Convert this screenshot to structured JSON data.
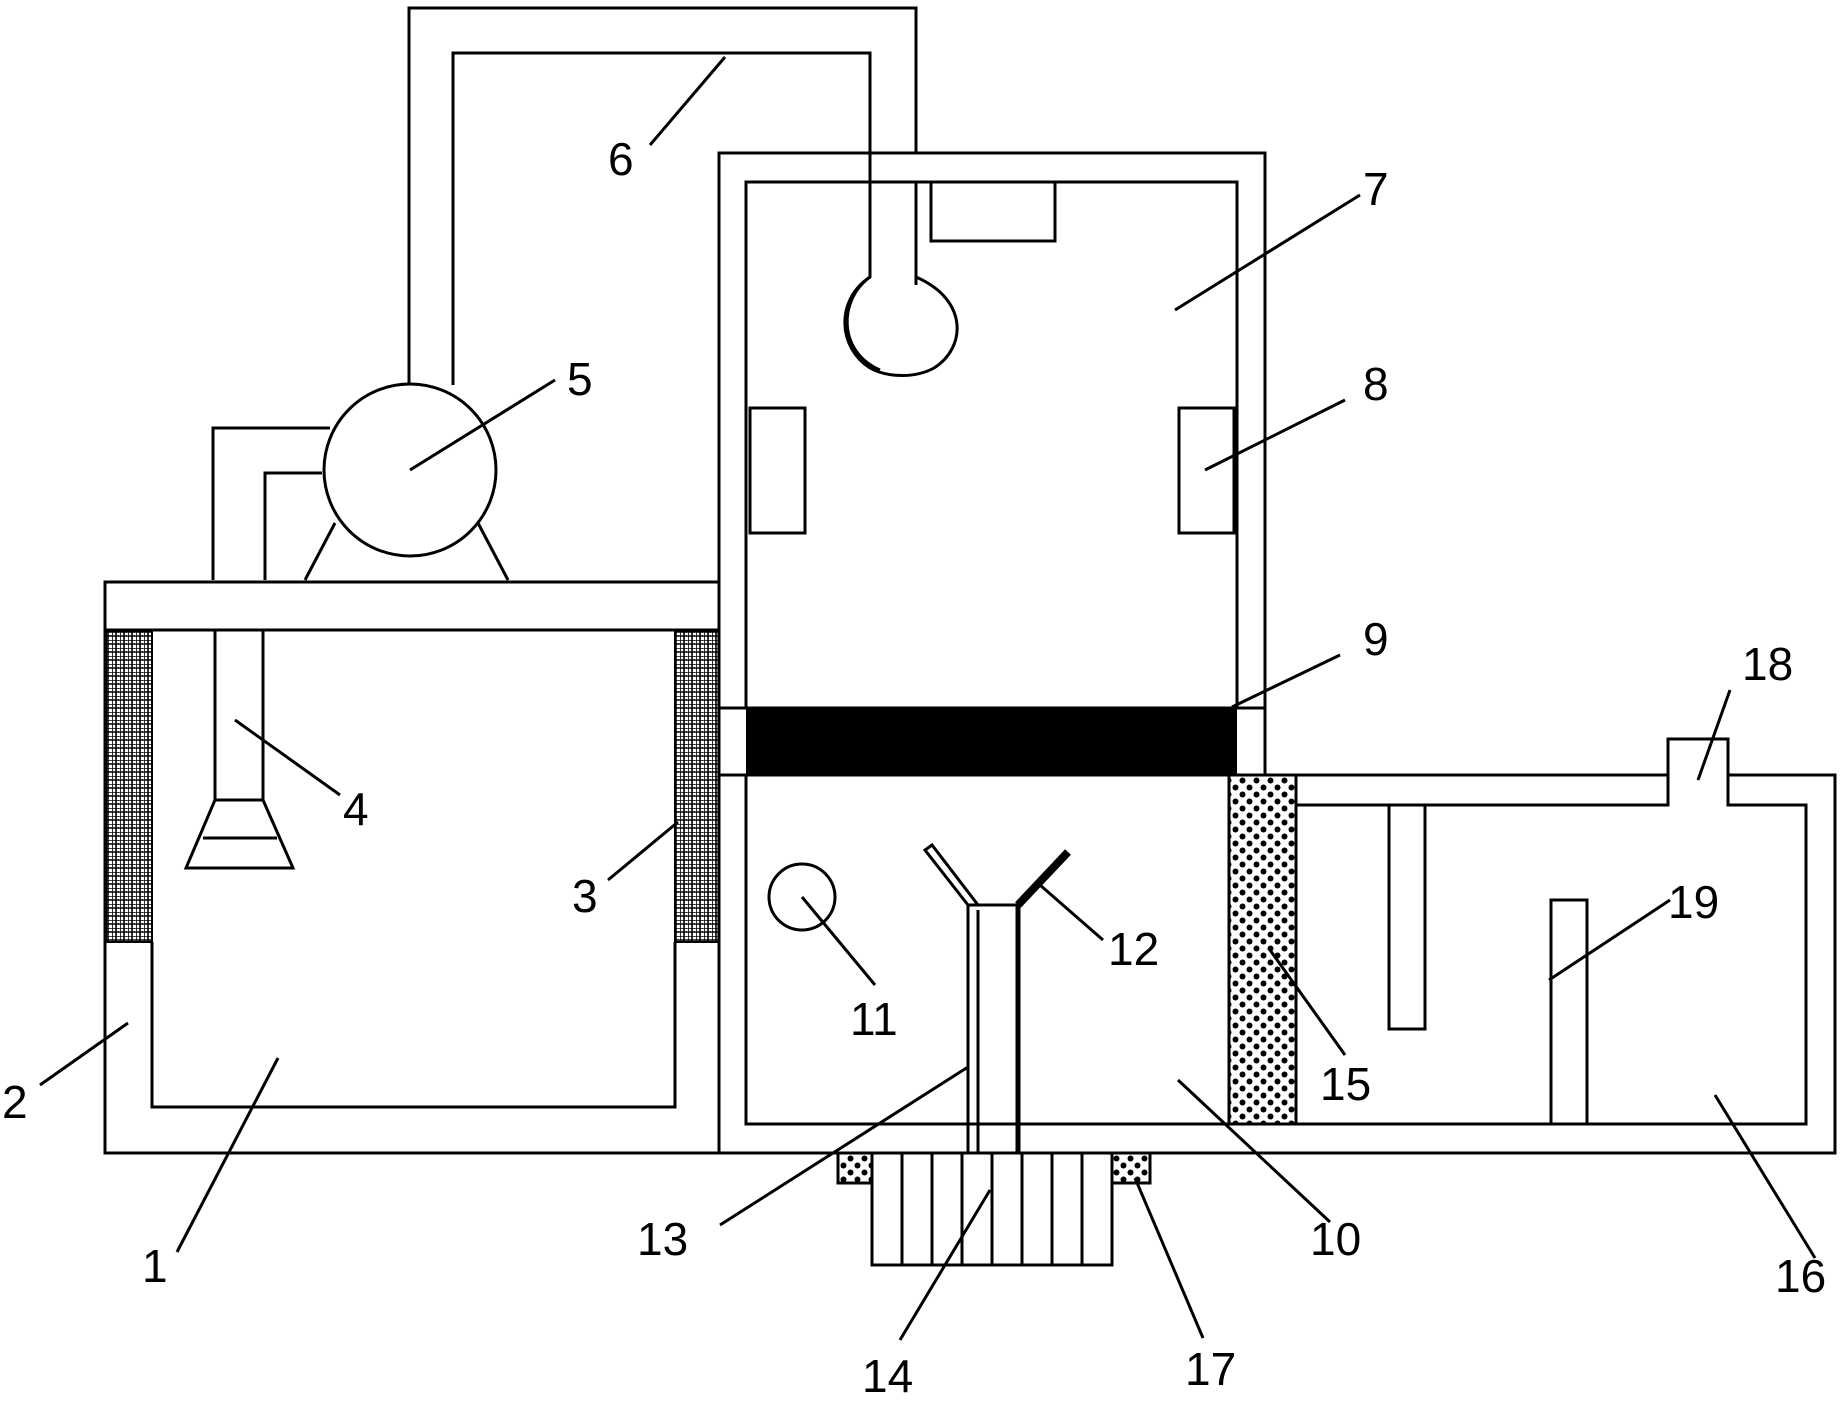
{
  "labels": {
    "n1": "1",
    "n2": "2",
    "n3": "3",
    "n4": "4",
    "n5": "5",
    "n6": "6",
    "n7": "7",
    "n8": "8",
    "n9": "9",
    "n10": "10",
    "n11": "11",
    "n12": "12",
    "n13": "13",
    "n14": "14",
    "n15": "15",
    "n16": "16",
    "n17": "17",
    "n18": "18",
    "n19": "19"
  },
  "colors": {
    "line": "#000000",
    "background": "#ffffff",
    "dark_band": "#000000"
  }
}
